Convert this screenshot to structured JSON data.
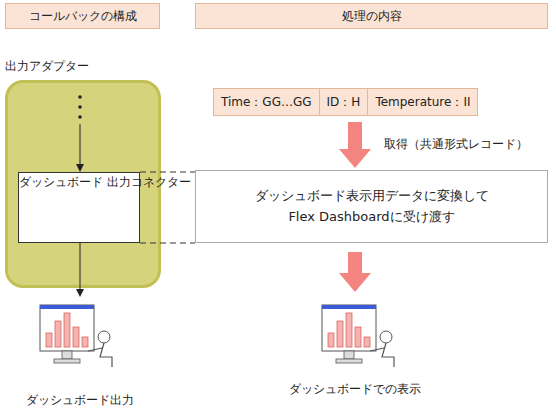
{
  "diagram": {
    "nodes": [
      {
        "text": [
          "コールバックの構成"
        ]
      },
      {
        "text": [
          "処理の内容"
        ]
      },
      {
        "text": [
          "出力アダプター"
        ]
      },
      {
        "text": [
          "ダッシュボード 出力コネクター"
        ],
        "in": 2
      },
      {
        "text": [
          "Time：GG…GG",
          "ID：H",
          "Temperature：II"
        ]
      },
      {
        "text": [
          "ダッシュボード表示用データに変換して Flex Dashboardに受け渡す"
        ]
      }
    ],
    "edges": [
      {
        "from": 4,
        "to": 5,
        "label": "取得（共通形式レコード）",
        "arrow": "to"
      }
    ],
    "labels": [
      "ダッシュボード出力",
      "ダッシュボードでの表示"
    ]
  }
}
